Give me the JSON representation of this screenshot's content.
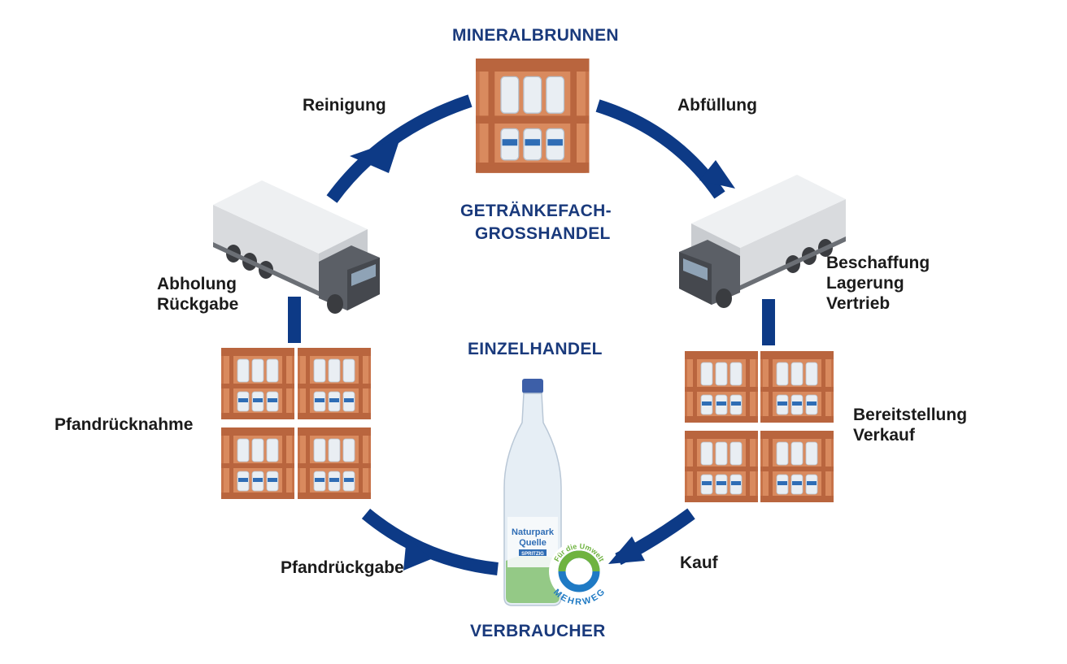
{
  "stages": {
    "mineralbrunnen": "MINERALBRUNNEN",
    "grosshandel_line1": "GETRÄNKEFACH-",
    "grosshandel_line2": "GROSSHANDEL",
    "einzelhandel": "EINZELHANDEL",
    "verbraucher": "VERBRAUCHER"
  },
  "steps": {
    "reinigung": "Reinigung",
    "abfuellung": "Abfüllung",
    "beschaffung": [
      "Beschaffung",
      "Lagerung",
      "Vertrieb"
    ],
    "bereitstellung": [
      "Bereitstellung",
      "Verkauf"
    ],
    "kauf": "Kauf",
    "pfandrueckgabe": "Pfandrückgabe",
    "pfandruecknahme": "Pfandrücknahme",
    "abholung": [
      "Abholung",
      "Rückgabe"
    ]
  },
  "bottle": {
    "brand_line1": "Naturpark",
    "brand_line2": "Quelle",
    "variant": "SPRITZIG"
  },
  "badge": {
    "top_text": "Für die Umwelt",
    "bottom_text": "MEHRWEG"
  },
  "colors": {
    "arrow": "#0d3a86",
    "stage_text": "#1a3a7c",
    "crate": "#c8744a",
    "truck_grey": "#5b5f66",
    "badge_green": "#6fb340",
    "badge_blue": "#1f7ac4"
  }
}
